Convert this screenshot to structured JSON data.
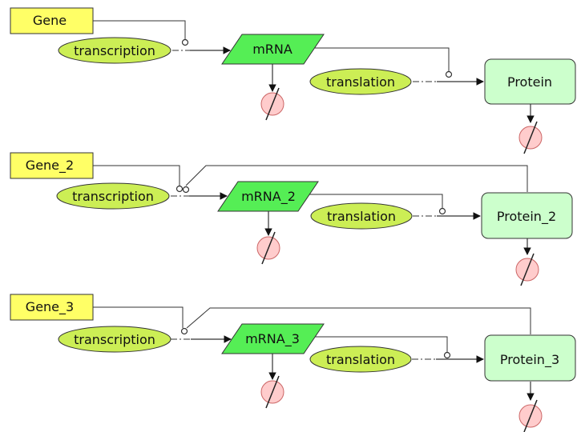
{
  "diagram": {
    "colors": {
      "gene_fill": "#ffff66",
      "process_fill": "#ccee55",
      "mrna_fill": "#55ee55",
      "protein_fill": "#ccffcc",
      "sink_fill": "#ffcccc",
      "sink_stroke": "#cc6666",
      "edge": "#333333"
    },
    "icons": [
      "degradation-sink-icon",
      "arrowhead-icon",
      "modifier-circle-icon"
    ],
    "modules": [
      {
        "gene": "Gene",
        "transcription": "transcription",
        "mrna": "mRNA",
        "translation": "translation",
        "protein": "Protein"
      },
      {
        "gene": "Gene_2",
        "transcription": "transcription",
        "mrna": "mRNA_2",
        "translation": "translation",
        "protein": "Protein_2"
      },
      {
        "gene": "Gene_3",
        "transcription": "transcription",
        "mrna": "mRNA_3",
        "translation": "translation",
        "protein": "Protein_3"
      }
    ]
  }
}
